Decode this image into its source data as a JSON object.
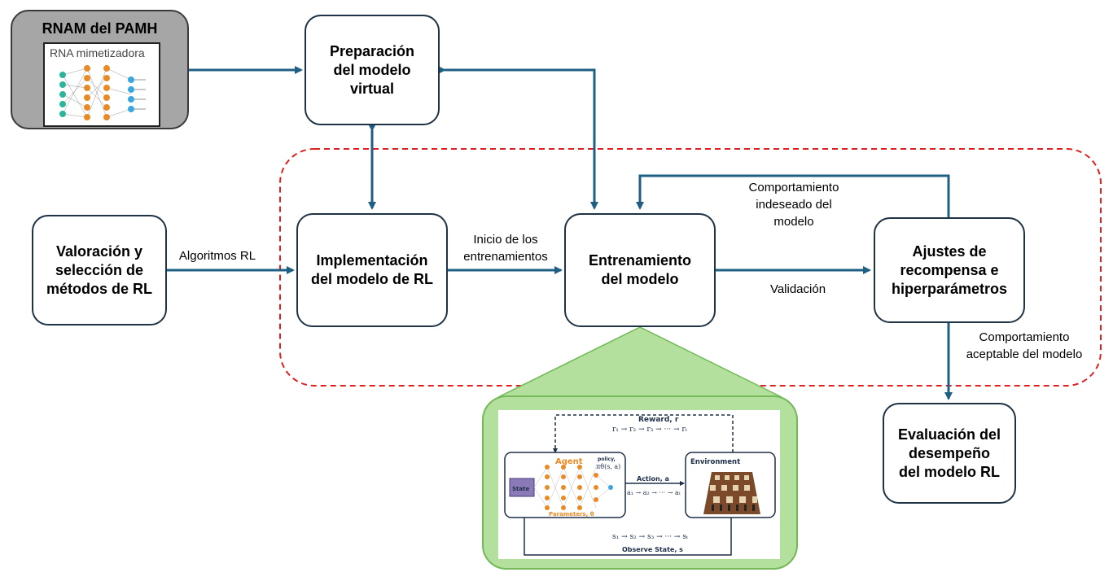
{
  "rnam": {
    "title": "RNAM del PAMH",
    "image_label": "RNA mimetizadora"
  },
  "boxes": {
    "preparacion": "Preparación\ndel modelo\nvirtual",
    "valoracion": "Valoración y\nselección de\nmétodos de RL",
    "implementacion": "Implementación\ndel modelo de RL",
    "entrenamiento": "Entrenamiento\ndel modelo",
    "ajustes": "Ajustes de\nrecompensa e\nhiperparámetros",
    "evaluacion": "Evaluación del\ndesempeño\ndel modelo RL"
  },
  "labels": {
    "algoritmos": "Algoritmos RL",
    "inicio": "Inicio de los\nentrenamientos",
    "validacion": "Validación",
    "indeseado": "Comportamiento\nindeseado del\nmodelo",
    "aceptable": "Comportamiento\naceptable del modelo"
  },
  "rl_figure": {
    "reward": "Reward, r",
    "reward_seq": "r₁ → r₂ → r₃ → ··· → rₜ",
    "agent": "Agent",
    "policy": "policy,",
    "policy_fn": "πθ(s, a)",
    "state": "State",
    "parameters": "Parameters, θ",
    "action": "Action, a",
    "action_seq": "a₁ → a₂ → ··· → aₜ",
    "environment": "Environment",
    "state_seq": "s₁ → s₂ → s₃ → ··· → sₜ",
    "observe": "Observe State, s"
  },
  "colors": {
    "arrow": "#1f5f84",
    "dashed_region": "#e02020",
    "rnam_bg": "#a6a6a6",
    "zoom_bg": "#b3e09c",
    "agent_orange": "#e98a25",
    "state_purple": "#8a7ab8"
  }
}
